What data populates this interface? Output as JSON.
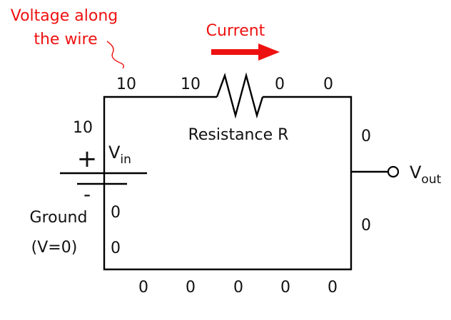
{
  "annotation": {
    "voltage_line1": "Voltage along",
    "voltage_line2": "the wire",
    "current_label": "Current",
    "accent_color": "#ee1111"
  },
  "components": {
    "resistor_label": "Resistance R",
    "source_plus": "+",
    "source_minus": "-",
    "vin_main": "V",
    "vin_sub": "in",
    "vout_main": "V",
    "vout_sub": "out",
    "ground_line1": "Ground",
    "ground_line2": "(V=0)"
  },
  "voltages": {
    "top": [
      "10",
      "10",
      "0",
      "0"
    ],
    "left_upper": "10",
    "left_lower": [
      "0",
      "0"
    ],
    "right": [
      "0",
      "0"
    ],
    "bottom": [
      "0",
      "0",
      "0",
      "0",
      "0"
    ]
  },
  "icons": {
    "current_arrow": "right-arrow-icon",
    "squiggle": "squiggle-pointer-icon",
    "output_terminal": "open-circle-terminal-icon"
  }
}
